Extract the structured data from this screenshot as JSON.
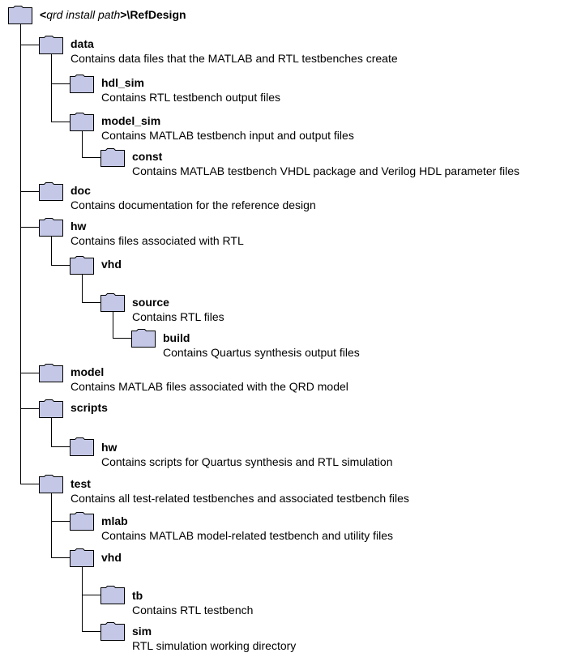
{
  "root": {
    "prefix": "<",
    "placeholder": "qrd install path",
    "suffix": ">\\RefDesign"
  },
  "nodes": [
    {
      "name": "data",
      "desc": "Contains data files that the MATLAB and RTL testbenches create"
    },
    {
      "name": "hdl_sim",
      "desc": "Contains RTL testbench output files"
    },
    {
      "name": "model_sim",
      "desc": "Contains MATLAB testbench input and output files"
    },
    {
      "name": "const",
      "desc": "Contains MATLAB testbench VHDL package and Verilog HDL parameter files"
    },
    {
      "name": "doc",
      "desc": "Contains documentation for the reference design"
    },
    {
      "name": "hw",
      "desc": "Contains files associated with RTL"
    },
    {
      "name": "vhd",
      "desc": ""
    },
    {
      "name": "source",
      "desc": "Contains RTL files"
    },
    {
      "name": "build",
      "desc": "Contains Quartus synthesis output files"
    },
    {
      "name": "model",
      "desc": "Contains MATLAB files associated with the QRD model"
    },
    {
      "name": "scripts",
      "desc": ""
    },
    {
      "name": "hw",
      "desc": "Contains scripts for Quartus synthesis and RTL simulation"
    },
    {
      "name": "test",
      "desc": "Contains all test-related testbenches and associated testbench files"
    },
    {
      "name": "mlab",
      "desc": "Contains MATLAB model-related testbench and utility files"
    },
    {
      "name": "vhd",
      "desc": ""
    },
    {
      "name": "tb",
      "desc": "Contains RTL testbench"
    },
    {
      "name": "sim",
      "desc": "RTL simulation working directory"
    }
  ],
  "colors": {
    "folder_fill": "#c4c8e6",
    "line": "#000000"
  }
}
